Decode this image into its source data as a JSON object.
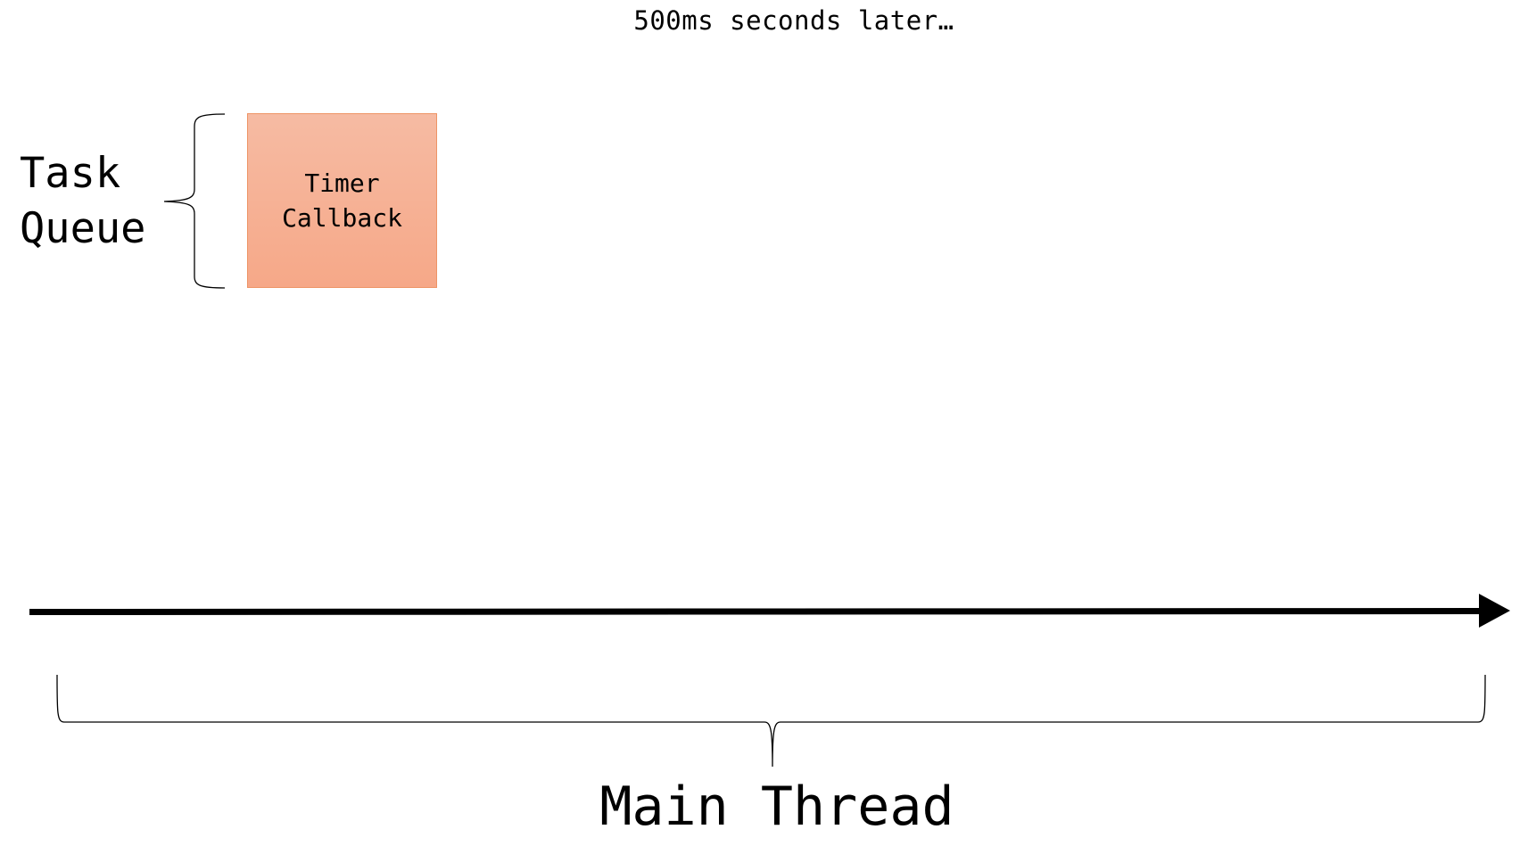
{
  "caption": "500ms seconds later…",
  "task_queue": {
    "label_lines": [
      "Task",
      "Queue"
    ],
    "items": [
      {
        "label_lines": [
          "Timer",
          "Callback"
        ]
      }
    ]
  },
  "main_thread": {
    "label": "Main Thread"
  },
  "colors": {
    "task_fill_top": "#f6bba3",
    "task_fill_bottom": "#f6a888",
    "task_border": "#ee9466",
    "arrow": "#000000"
  }
}
